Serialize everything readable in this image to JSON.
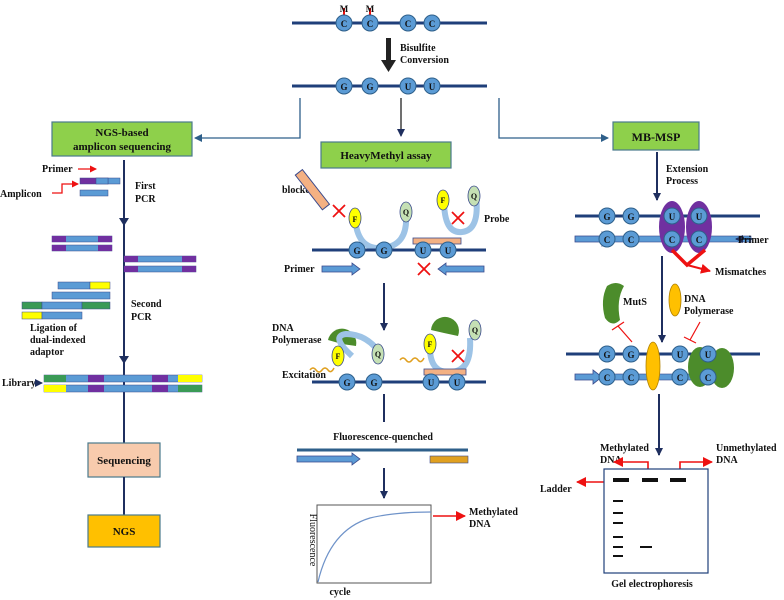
{
  "top": {
    "methyl_mark": "M",
    "top_bases": [
      "C",
      "C",
      "C",
      "C"
    ],
    "conversion_label_1": "Bisulfite",
    "conversion_label_2": "Conversion",
    "converted_bases": [
      "G",
      "G",
      "U",
      "U"
    ]
  },
  "left": {
    "title_1": "NGS-based",
    "title_2": "amplicon sequencing",
    "primer": "Primer",
    "amplicon": "Amplicon",
    "first_pcr_1": "First",
    "first_pcr_2": "PCR",
    "second_pcr_1": "Second",
    "second_pcr_2": "PCR",
    "ligation_1": "Ligation of",
    "ligation_2": "dual-indexed",
    "ligation_3": "adaptor",
    "library": "Library",
    "sequencing": "Sequencing",
    "ngs": "NGS"
  },
  "middle": {
    "title": "HeavyMethyl assay",
    "blocker": "blocker",
    "probe": "Probe",
    "primer": "Primer",
    "fluor": "F",
    "quench": "Q",
    "bases": [
      "G",
      "G",
      "U",
      "U"
    ],
    "dna_poly_1": "DNA",
    "dna_poly_2": "Polymerase",
    "excitation": "Excitation",
    "fluorescence_quenched": "Fluorescence-quenched",
    "y_axis": "Fluorescence",
    "x_axis": "cycle",
    "methylated_1": "Methylated",
    "methylated_2": "DNA"
  },
  "right": {
    "title": "MB-MSP",
    "extension_1": "Extension",
    "extension_2": "Process",
    "top_bases": [
      "G",
      "G",
      "U",
      "U"
    ],
    "c_base": "C",
    "primer": "Primer",
    "mismatches": "Mismatches",
    "muts": "MutS",
    "dna_poly_1": "DNA",
    "dna_poly_2": "Polymerase",
    "methylated_1": "Methylated",
    "methylated_2": "DNA",
    "unmethylated_1": "Unmethylated",
    "unmethylated_2": "DNA",
    "ladder": "Ladder",
    "gel": "Gel electrophoresis"
  },
  "colors": {
    "strand": "#1f3f7a",
    "base_fill": "#5b9bd5",
    "base_stroke": "#2e5f8a",
    "green_box": "#8ed04b",
    "purple": "#7030a0",
    "yellow": "#ffff00",
    "green_seg": "#3a9a56",
    "red": "#e11",
    "orange_box": "#ffc000",
    "peach_box": "#f8cbad",
    "polymerase": "#4c8c2b",
    "light_green": "#c5e0b4"
  }
}
